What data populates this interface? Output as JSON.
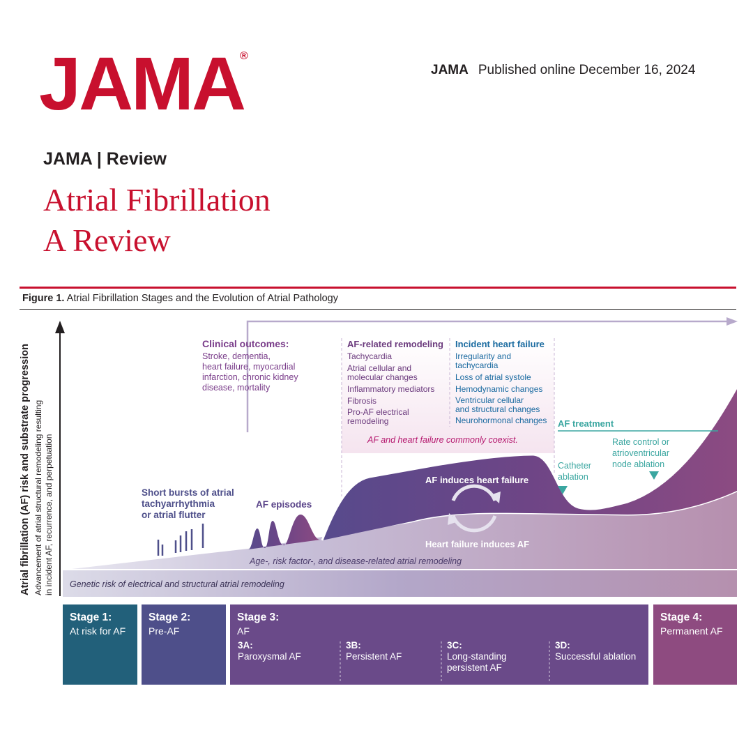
{
  "header": {
    "logo": "JAMA",
    "registered": "®",
    "journal": "JAMA",
    "published": "Published online December 16, 2024",
    "section": "JAMA | Review",
    "title": "Atrial Fibrillation",
    "subtitle": "A Review"
  },
  "figure": {
    "title_bold": "Figure 1.",
    "title_rest": "Atrial Fibrillation Stages and the Evolution of Atrial Pathology",
    "y_axis": {
      "main": "Atrial fibrillation (AF) risk and substrate progression",
      "sub1": "Advancement of atrial structural remodeling resulting",
      "sub2": "in incident AF, recurrence, and perpetuation"
    },
    "short_bursts": [
      "Short bursts of atrial",
      "tachyarrhythmia",
      "or atrial flutter"
    ],
    "af_episodes": "AF episodes",
    "clinical_outcomes": {
      "heading": "Clinical outcomes:",
      "lines": [
        "Stroke, dementia,",
        "heart failure, myocardial",
        "infarction, chronic kidney",
        "disease, mortality"
      ]
    },
    "af_remodeling": {
      "heading": "AF-related remodeling",
      "items": [
        "Tachycardia",
        "Atrial cellular and",
        "molecular changes",
        "Inflammatory mediators",
        "Fibrosis",
        "Pro-AF electrical",
        "remodeling"
      ]
    },
    "incident_hf": {
      "heading": "Incident heart failure",
      "items": [
        "Irregularity and",
        "tachycardia",
        "Loss of atrial systole",
        "Hemodynamic changes",
        "Ventricular cellular",
        "and structural changes",
        "Neurohormonal changes"
      ]
    },
    "coexist": "AF and heart failure commonly coexist.",
    "af_induces_hf": "AF induces heart failure",
    "hf_induces_af": "Heart failure induces AF",
    "af_treatment": "AF treatment",
    "catheter_ablation": [
      "Catheter",
      "ablation"
    ],
    "rate_control": [
      "Rate control or",
      "atrioventricular",
      "node ablation"
    ],
    "age_risk": "Age-, risk factor-, and disease-related atrial remodeling",
    "genetic_risk": "Genetic risk of electrical and structural atrial remodeling",
    "colors": {
      "red": "#c8102e",
      "purple_dark": "#6b3a7d",
      "clinical_purple": "#7a3d8a",
      "hf_blue": "#1a6aa0",
      "teal": "#3aa6a0",
      "coexist_magenta": "#b5176e"
    }
  },
  "stages": [
    {
      "name": "Stage 1:",
      "desc": "At risk for AF",
      "color": "#22607a"
    },
    {
      "name": "Stage 2:",
      "desc": "Pre-AF",
      "color": "#4e4f8a"
    },
    {
      "name": "Stage 3:",
      "desc": "AF",
      "color": "#6a4a89"
    },
    {
      "name": "Stage 4:",
      "desc": "Permanent AF",
      "color": "#8e4b80"
    }
  ],
  "substages": [
    {
      "name": "3A:",
      "desc": "Paroxysmal AF"
    },
    {
      "name": "3B:",
      "desc": "Persistent AF"
    },
    {
      "name": "3C:",
      "desc": "Long-standing persistent AF"
    },
    {
      "name": "3D:",
      "desc": "Successful ablation"
    }
  ]
}
